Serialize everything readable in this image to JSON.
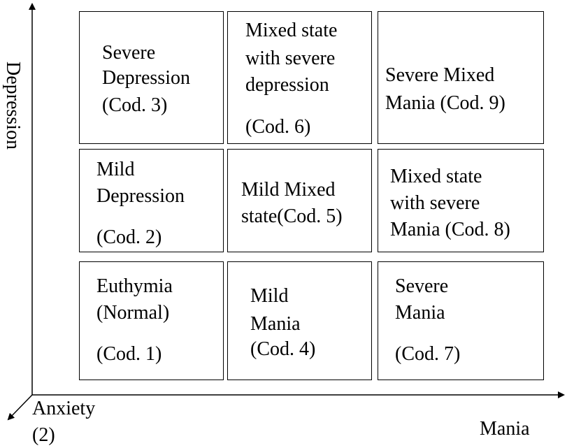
{
  "axes": {
    "vertical_label": "Depression",
    "horizontal_label": "Mania",
    "diagonal_label_line1": "Anxiety",
    "diagonal_label_line2": "(2)"
  },
  "cells": [
    {
      "row": "top",
      "col": "left",
      "lines": [
        "Severe",
        "Depression",
        "(Cod. 3)"
      ]
    },
    {
      "row": "top",
      "col": "middle",
      "lines": [
        "Mixed state",
        "with severe",
        "depression",
        "(Cod. 6)"
      ]
    },
    {
      "row": "top",
      "col": "right",
      "lines": [
        "Severe Mixed",
        "Mania (Cod. 9)"
      ]
    },
    {
      "row": "middle",
      "col": "left",
      "lines": [
        "Mild",
        "Depression",
        "(Cod. 2)"
      ]
    },
    {
      "row": "middle",
      "col": "middle",
      "lines": [
        "Mild Mixed",
        "state(Cod. 5)"
      ]
    },
    {
      "row": "middle",
      "col": "right",
      "lines": [
        "Mixed state",
        "with severe",
        "Mania (Cod. 8)"
      ]
    },
    {
      "row": "bottom",
      "col": "left",
      "lines": [
        "Euthymia",
        "(Normal)",
        "(Cod. 1)"
      ]
    },
    {
      "row": "bottom",
      "col": "middle",
      "lines": [
        "Mild",
        "Mania",
        "(Cod. 4)"
      ]
    },
    {
      "row": "bottom",
      "col": "right",
      "lines": [
        "Severe",
        "Mania",
        "(Cod. 7)"
      ]
    }
  ]
}
